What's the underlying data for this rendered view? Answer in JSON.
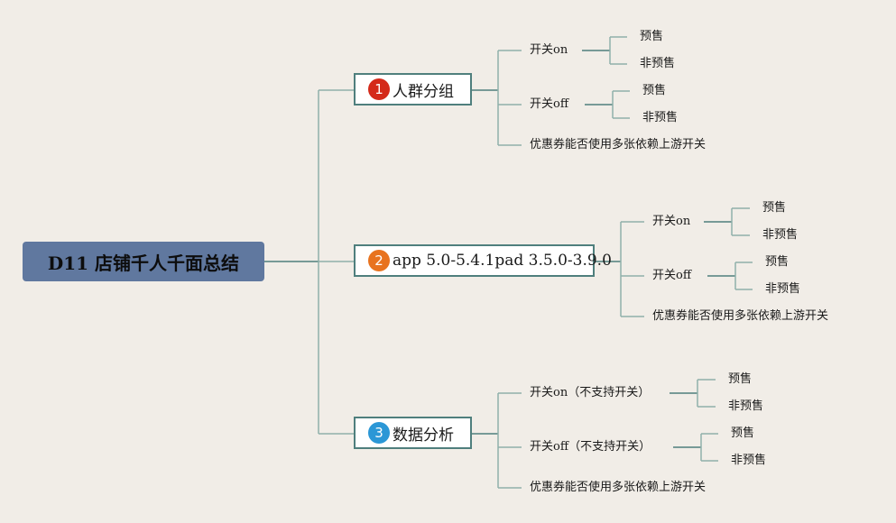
{
  "root": {
    "title": "D11 店铺千人千面总结"
  },
  "branches": [
    {
      "badge": "1",
      "badge_color": "#d42a1a",
      "label": "人群分组",
      "groups": [
        {
          "label": "开关on",
          "leaves": [
            "预售",
            "非预售"
          ]
        },
        {
          "label": "开关off",
          "leaves": [
            "预售",
            "非预售"
          ]
        },
        {
          "label": "优惠券能否使用多张依赖上游开关",
          "leaves": []
        }
      ]
    },
    {
      "badge": "2",
      "badge_color": "#e8731f",
      "label": "app 5.0-5.4.1pad  3.5.0-3.9.0",
      "groups": [
        {
          "label": "开关on",
          "leaves": [
            "预售",
            "非预售"
          ]
        },
        {
          "label": "开关off",
          "leaves": [
            "预售",
            "非预售"
          ]
        },
        {
          "label": "优惠券能否使用多张依赖上游开关",
          "leaves": []
        }
      ]
    },
    {
      "badge": "3",
      "badge_color": "#2b97d6",
      "label": "数据分析",
      "groups": [
        {
          "label": "开关on（不支持开关）",
          "leaves": [
            "预售",
            "非预售"
          ]
        },
        {
          "label": "开关off（不支持开关）",
          "leaves": [
            "预售",
            "非预售"
          ]
        },
        {
          "label": "优惠券能否使用多张依赖上游开关",
          "leaves": []
        }
      ]
    }
  ],
  "colors": {
    "line_main": "#4f7f7d",
    "line_light": "#8fb0aa",
    "root_fill": "#60789f"
  }
}
